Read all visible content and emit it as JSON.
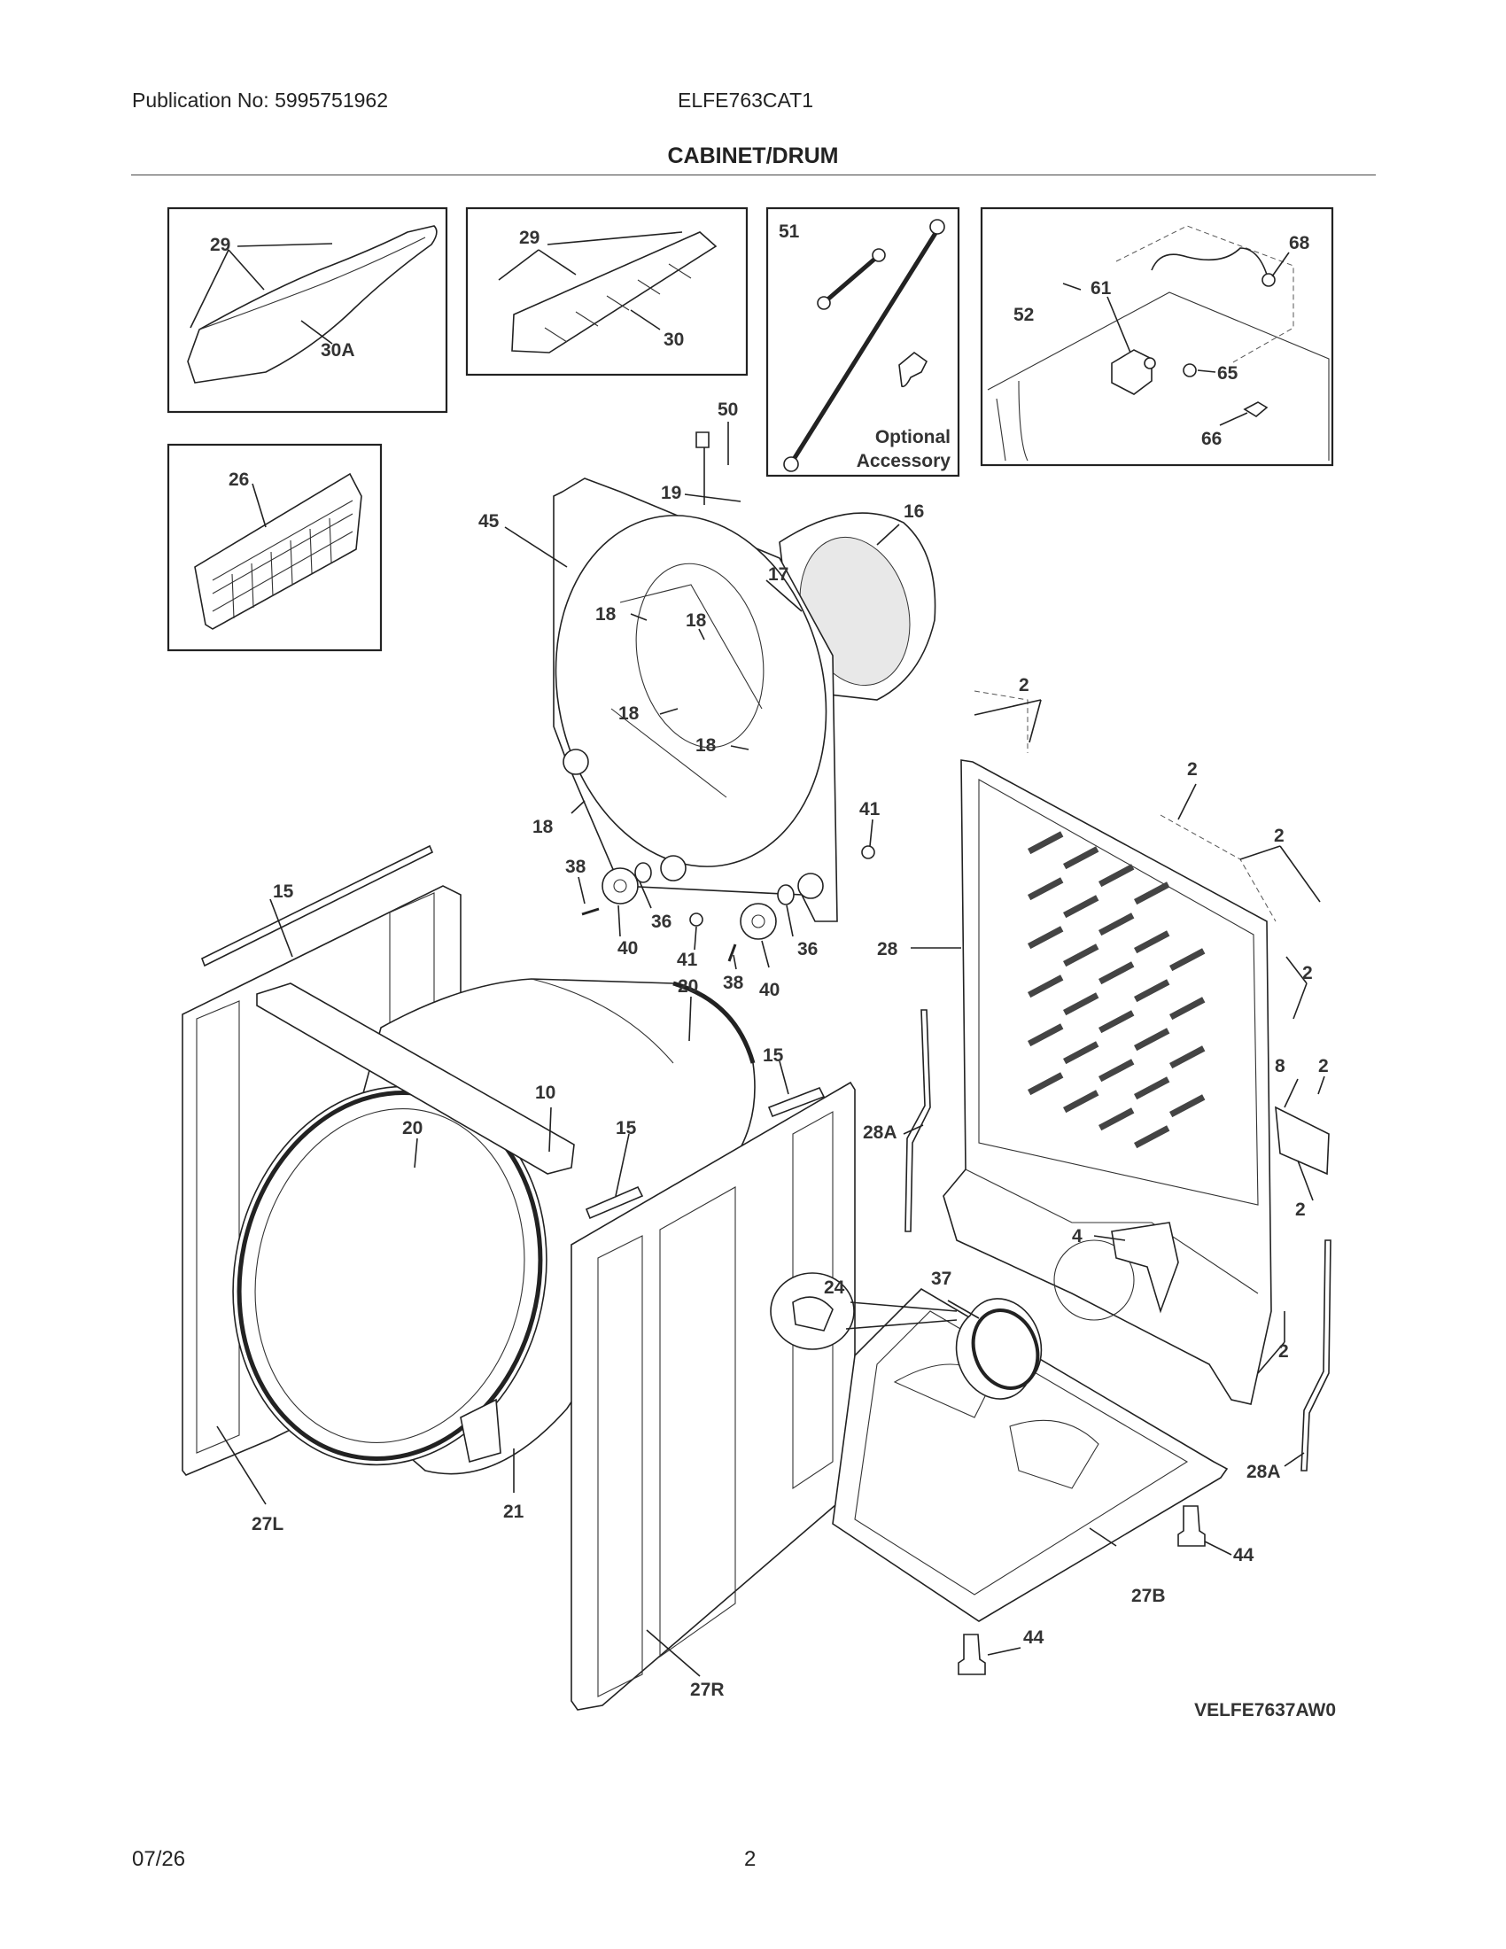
{
  "header": {
    "publication": "Publication No: 5995751962",
    "model": "ELFE763CAT1",
    "title": "CABINET/DRUM"
  },
  "inset_optional": {
    "line1": "Optional",
    "line2": "Accessory"
  },
  "diagram_code": "VELFE7637AW0",
  "callouts": {
    "c29a": "29",
    "c30a": "30A",
    "c29b": "29",
    "c30": "30",
    "c51": "51",
    "c68": "68",
    "c61": "61",
    "c52": "52",
    "c65": "65",
    "c66": "66",
    "c26": "26",
    "c50": "50",
    "c19": "19",
    "c16": "16",
    "c45": "45",
    "c17": "17",
    "c18a": "18",
    "c18b": "18",
    "c18c": "18",
    "c18d": "18",
    "c18e": "18",
    "c2a": "2",
    "c2b": "2",
    "c2c": "2",
    "c2d": "2",
    "c2e": "2",
    "c2f": "2",
    "c2g": "2",
    "c41a": "41",
    "c41b": "41",
    "c38a": "38",
    "c38b": "38",
    "c36a": "36",
    "c36b": "36",
    "c40a": "40",
    "c40b": "40",
    "c15a": "15",
    "c15b": "15",
    "c15c": "15",
    "c28": "28",
    "c20a": "20",
    "c20b": "20",
    "c10": "10",
    "c8": "8",
    "c28a1": "28A",
    "c28a2": "28A",
    "c4": "4",
    "c24": "24",
    "c37": "37",
    "c27l": "27L",
    "c21": "21",
    "c27r": "27R",
    "c27b": "27B",
    "c44a": "44",
    "c44b": "44"
  },
  "footer": {
    "date": "07/26",
    "page": "2"
  }
}
